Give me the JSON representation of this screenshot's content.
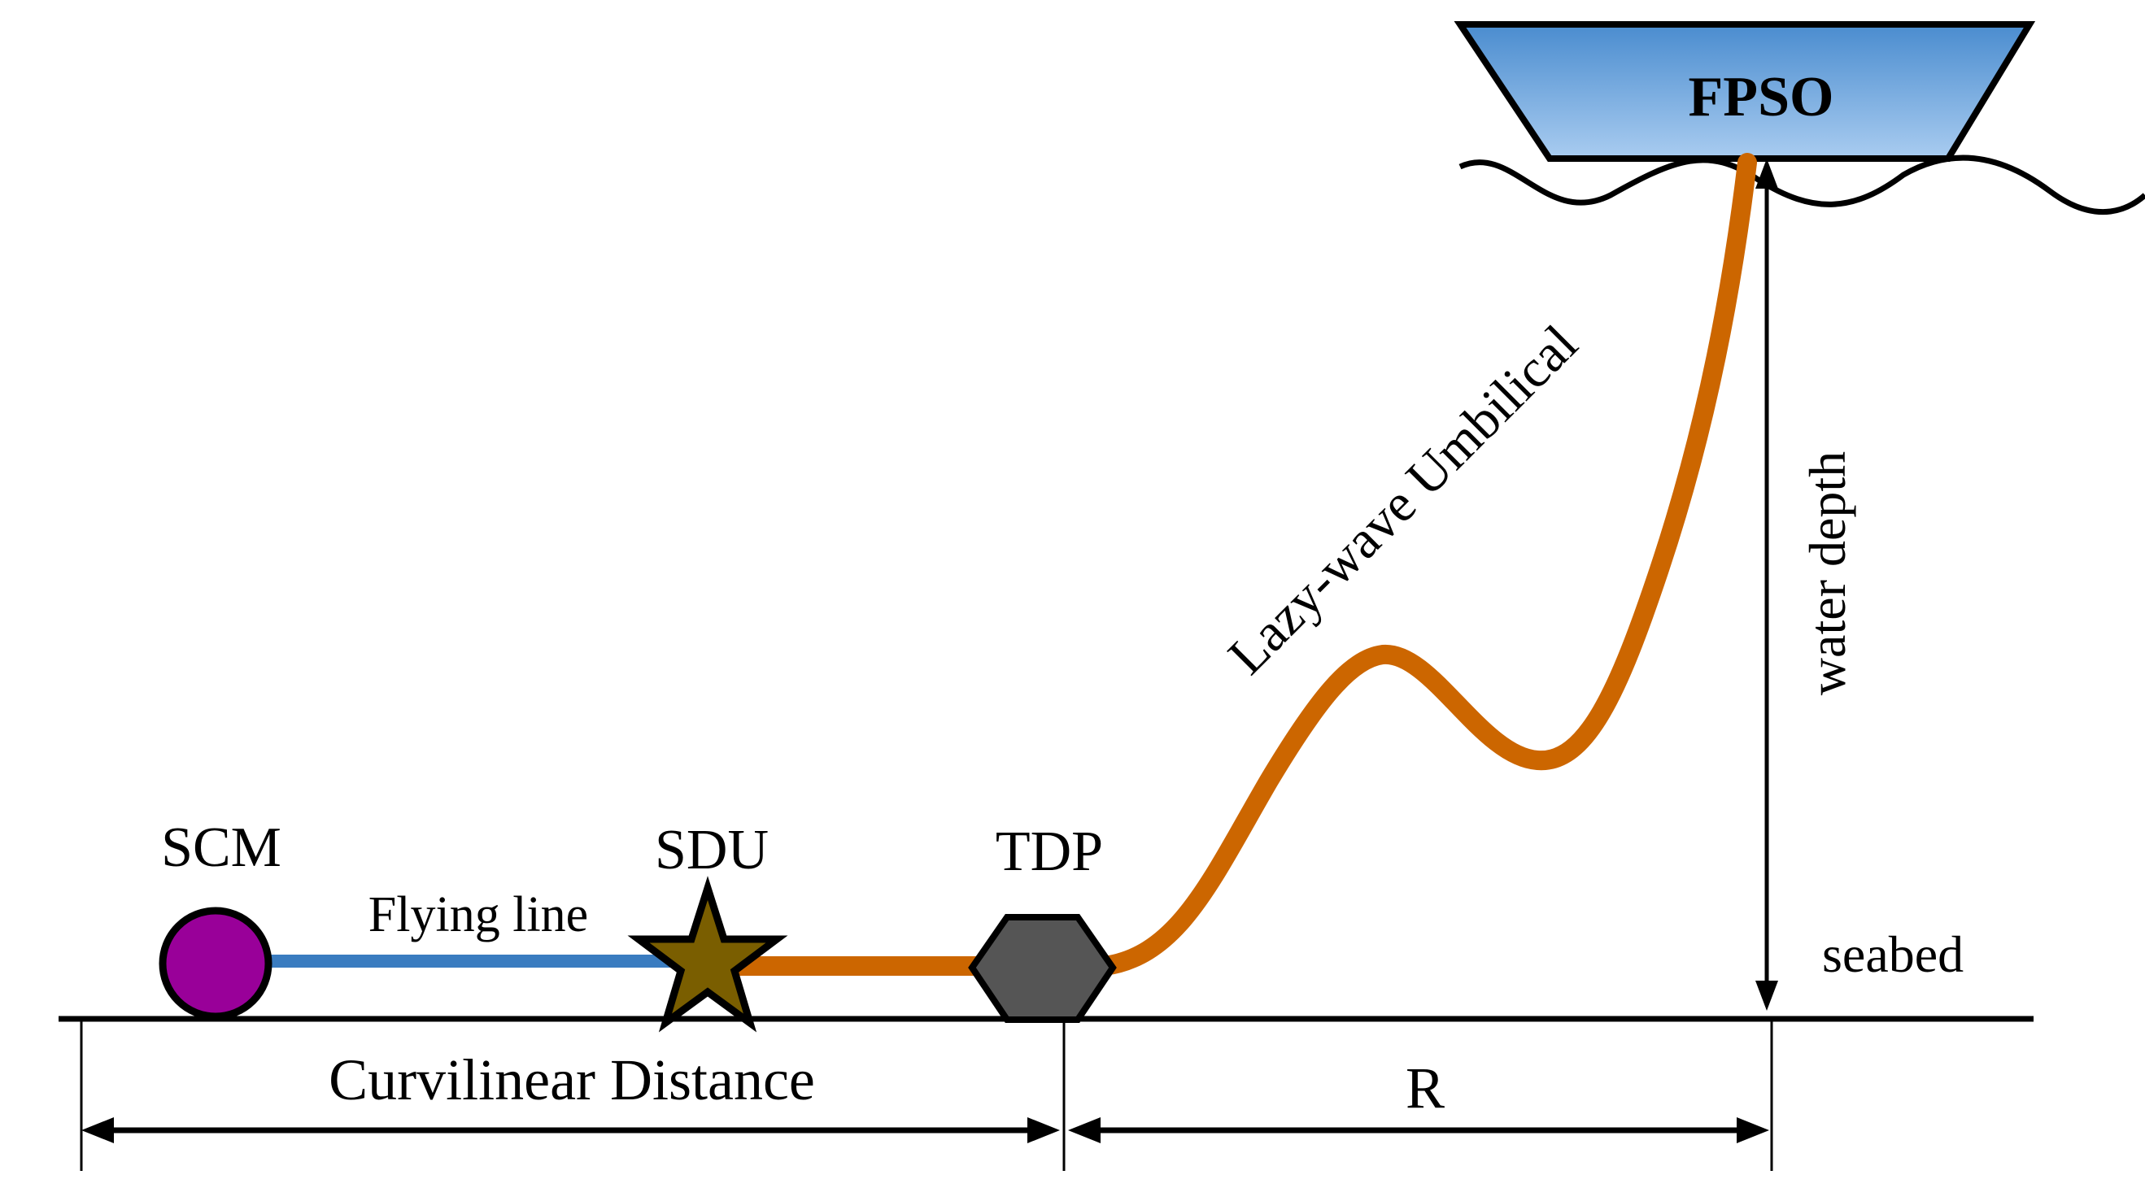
{
  "labels": {
    "fpso": "FPSO",
    "scm": "SCM",
    "sdu": "SDU",
    "tdp": "TDP",
    "flying_line": "Flying line",
    "umbilical": "Lazy-wave  Umbilical",
    "water_depth": "water depth",
    "seabed": "seabed",
    "curvilinear_distance": "Curvilinear Distance",
    "r": "R"
  },
  "colors": {
    "umbilical": "#cc6600",
    "flying_line": "#3a7cc0",
    "scm_fill": "#990099",
    "sdu_fill": "#7a5e00",
    "tdp_fill": "#555555",
    "fpso_top": "#4a8ccf",
    "fpso_bottom": "#a9ccf0"
  }
}
